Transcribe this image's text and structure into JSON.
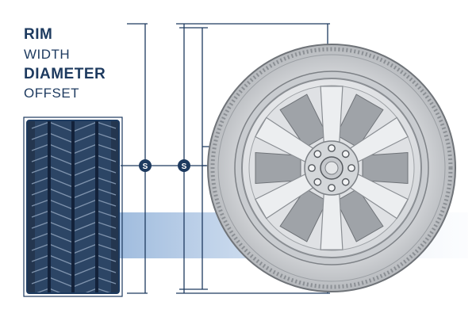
{
  "labels": {
    "rim": "RIM",
    "width": "WIDTH",
    "diameter": "DIAMETER",
    "offset": "OFFSET"
  },
  "markers": {
    "left": "S",
    "right": "S"
  },
  "colors": {
    "navy": "#1d3a5f",
    "blue": "#3a70ad",
    "tread_dark": "#24364f",
    "rubber": "#c8cacd",
    "rim_metal": "#e8e9eb",
    "highlight_band": "#b7cbe4"
  }
}
